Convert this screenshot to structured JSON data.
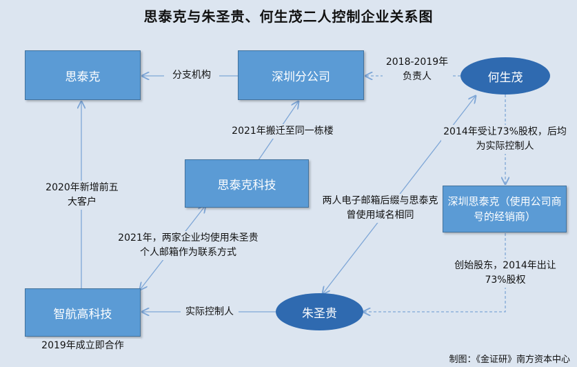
{
  "title": "思泰克与朱圣贵、何生茂二人控制企业关系图",
  "nodes": {
    "sitaike": "思泰克",
    "shenzhen_branch": "深圳分公司",
    "he_shengmao": "何生茂",
    "sitaike_tech": "思泰克科技",
    "shenzhen_sitaike": "深圳思泰克（使用公司商号的经销商）",
    "zhihanggao": "智航高科技",
    "zhu_shenggui": "朱圣贵"
  },
  "labels": {
    "branch": "分支机构",
    "responsible": "2018-2019年负责人",
    "relocated": "2021年搬迁至同一栋楼",
    "transfer_in": "2014年受让73%股权，后均为实际控制人",
    "new_customer": "2020年新增前五大客户",
    "email_domain": "两人电子邮箱后缀与思泰克曾使用域名相同",
    "shared_email": "2021年，两家企业均使用朱圣贵个人邮箱作为联系方式",
    "founder": "创始股东，2014年出让73%股权",
    "actual_controller": "实际控制人",
    "cooperation": "2019年成立即合作"
  },
  "source": "制图：《金证研》南方资本中心",
  "colors": {
    "box_fill": "#5b9bd5",
    "ellipse_fill": "#2f6ab0",
    "edge": "#7ea6d6",
    "background": "#dce5f0"
  }
}
